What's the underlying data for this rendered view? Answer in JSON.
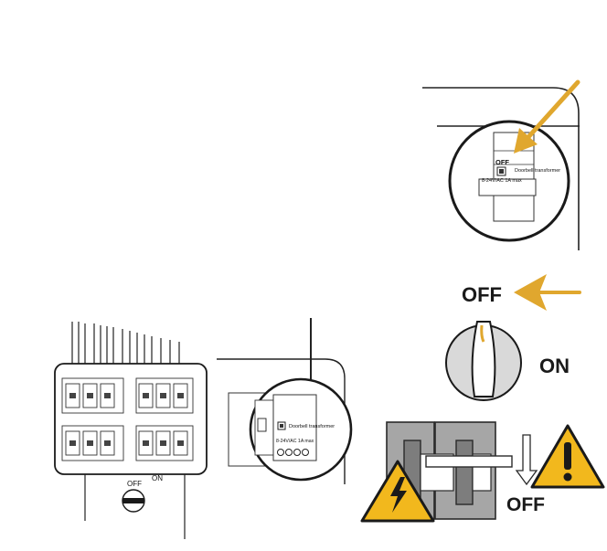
{
  "labels": {
    "off_small": "OFF",
    "doorbell_transformer": "Doorbell transformer",
    "rating": "8-24V/AC 1A max",
    "off_big": "OFF",
    "on_big": "ON",
    "panel_off": "OFF",
    "panel_on": "ON",
    "breaker_off": "OFF"
  },
  "colors": {
    "arrow": "#e0a72e",
    "warning_fill": "#f2b81d",
    "line": "#222222",
    "breaker_gray": "#a6a6a6",
    "breaker_dark": "#7d7d7d"
  },
  "icons": [
    "off-arrow-icon",
    "rotary-switch-icon",
    "warning-triangle-icon",
    "lightning-warning-icon",
    "down-arrow-icon"
  ]
}
